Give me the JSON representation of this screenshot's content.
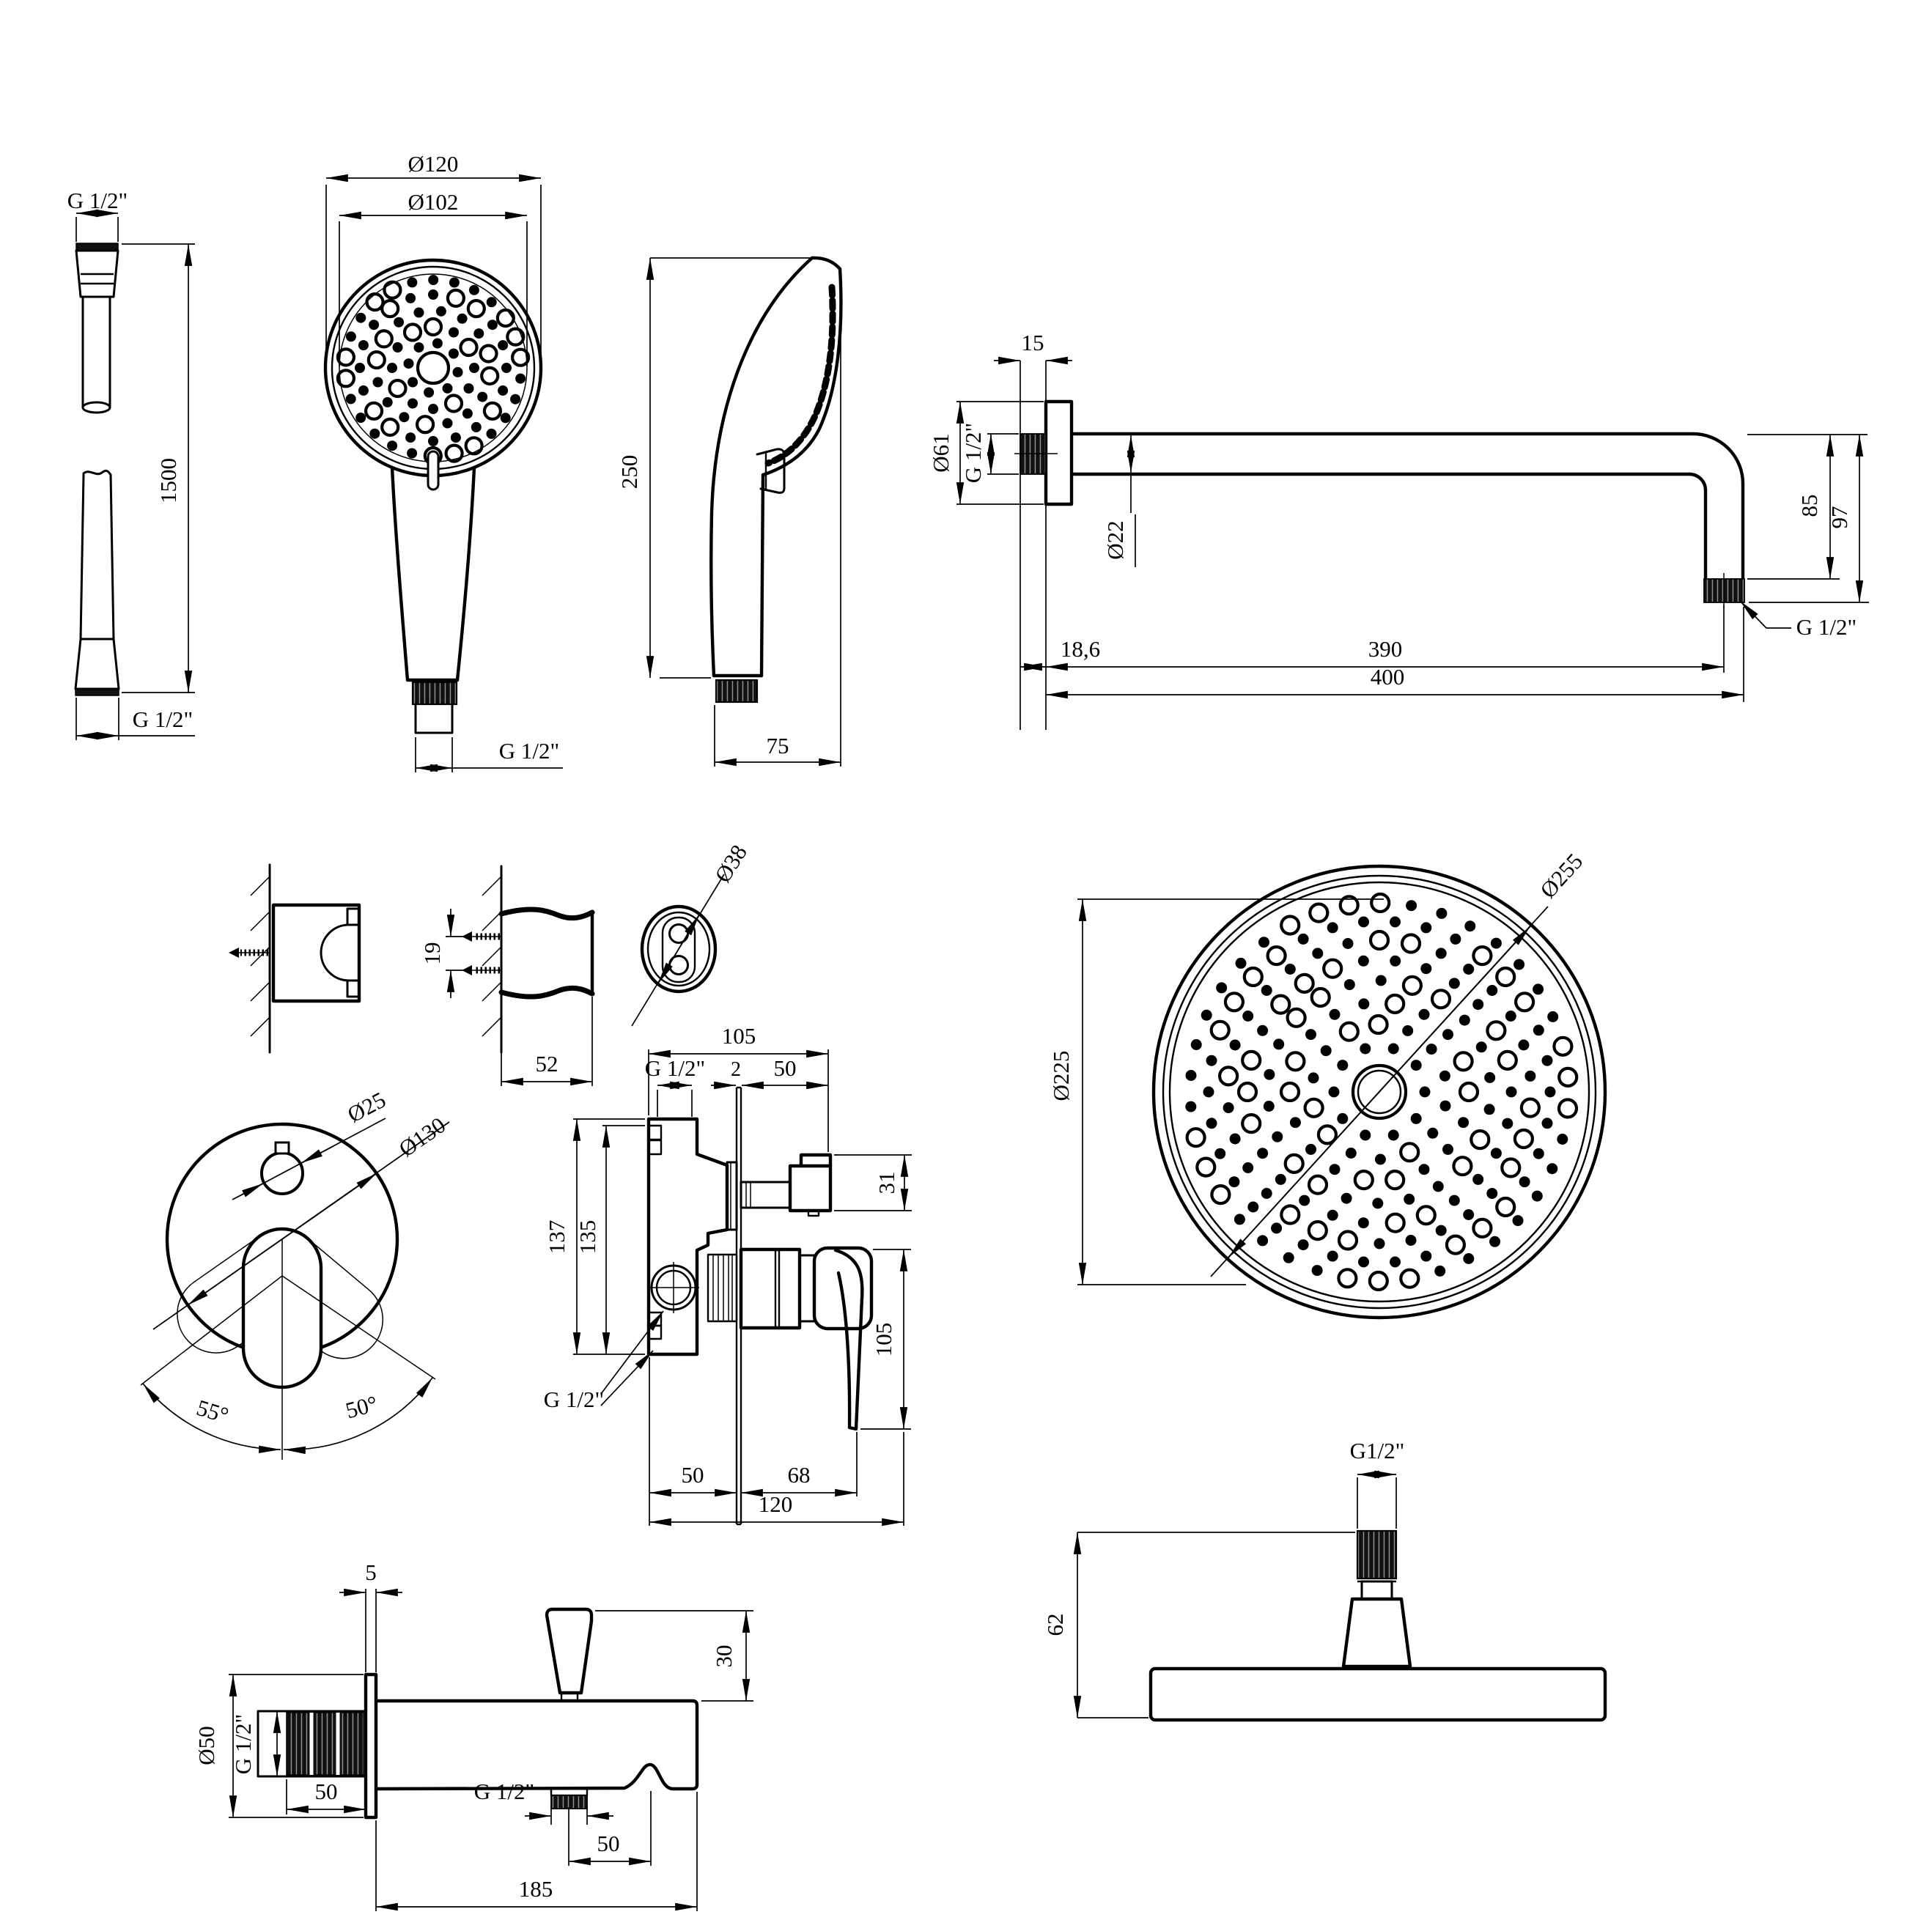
{
  "diagram": {
    "type": "technical-drawing",
    "subject": "shower-set-dimensional-drawing",
    "colors": {
      "background": "#ffffff",
      "line": "#000000"
    },
    "components": {
      "hose": {
        "name": "shower hose",
        "labels": {
          "g_top": "G 1/2\"",
          "length": "1500",
          "g_bottom": "G 1/2\""
        }
      },
      "hand_shower_front": {
        "name": "hand shower front view",
        "labels": {
          "outer_dia": "Ø120",
          "face_dia": "Ø102",
          "thread": "G 1/2\""
        }
      },
      "hand_shower_side": {
        "name": "hand shower side view",
        "labels": {
          "height": "250",
          "width": "75"
        }
      },
      "shower_arm": {
        "name": "wall shower arm",
        "labels": {
          "flange_thickness": "15",
          "flange_dia": "Ø61",
          "wall_thread": "G 1/2\"",
          "tube_dia": "Ø22",
          "drop_to_thread": "85",
          "drop_total": "97",
          "tip_thread": "G 1/2\"",
          "wall_offset": "18,6",
          "reach": "390",
          "total_length": "400"
        }
      },
      "bracket": {
        "name": "wall bracket",
        "labels": {
          "screw_spacing": "19",
          "depth": "52",
          "back_dia": "Ø38"
        }
      },
      "mixer_front": {
        "name": "concealed mixer front view",
        "labels": {
          "knob_dia": "Ø25",
          "plate_dia": "Ø130",
          "swing_left": "55°",
          "swing_right": "50°"
        }
      },
      "mixer_side": {
        "name": "concealed mixer side view",
        "labels": {
          "width": "105",
          "inlet_thread": "G 1/2\"",
          "plate_thickness": "2",
          "knob_protrusion": "50",
          "knob_height": "31",
          "body_height": "137",
          "inner_height": "135",
          "lever_drop": "105",
          "outlet_thread": "G 1/2\"",
          "depth_left": "50",
          "depth_right": "68",
          "total_depth": "120"
        }
      },
      "head_top": {
        "name": "overhead shower top view",
        "labels": {
          "outer_dia": "Ø255",
          "face_dia": "Ø225"
        }
      },
      "head_side": {
        "name": "overhead shower side view",
        "labels": {
          "thread": "G1/2\"",
          "height": "62"
        }
      },
      "spout": {
        "name": "bath spout",
        "labels": {
          "plate_thickness": "5",
          "diverter_height": "30",
          "flange_dia": "Ø50",
          "inlet_thread": "G 1/2\"",
          "inlet_length": "50",
          "outlet_thread": "G 1/2\"",
          "outlet_to_tip": "50",
          "length": "185"
        }
      }
    }
  }
}
